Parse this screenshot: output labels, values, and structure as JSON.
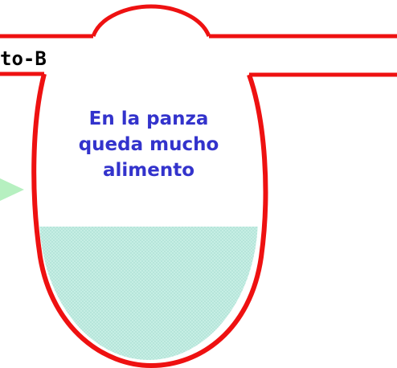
{
  "tube": {
    "label": "to-B"
  },
  "caption": {
    "lines": [
      "En la panza",
      "queda mucho",
      "alimento"
    ]
  },
  "colors": {
    "outline": "#ee1111",
    "fill": "#b6e2d8",
    "arrow": "#b6f0c0",
    "caption": "#3333cc"
  }
}
